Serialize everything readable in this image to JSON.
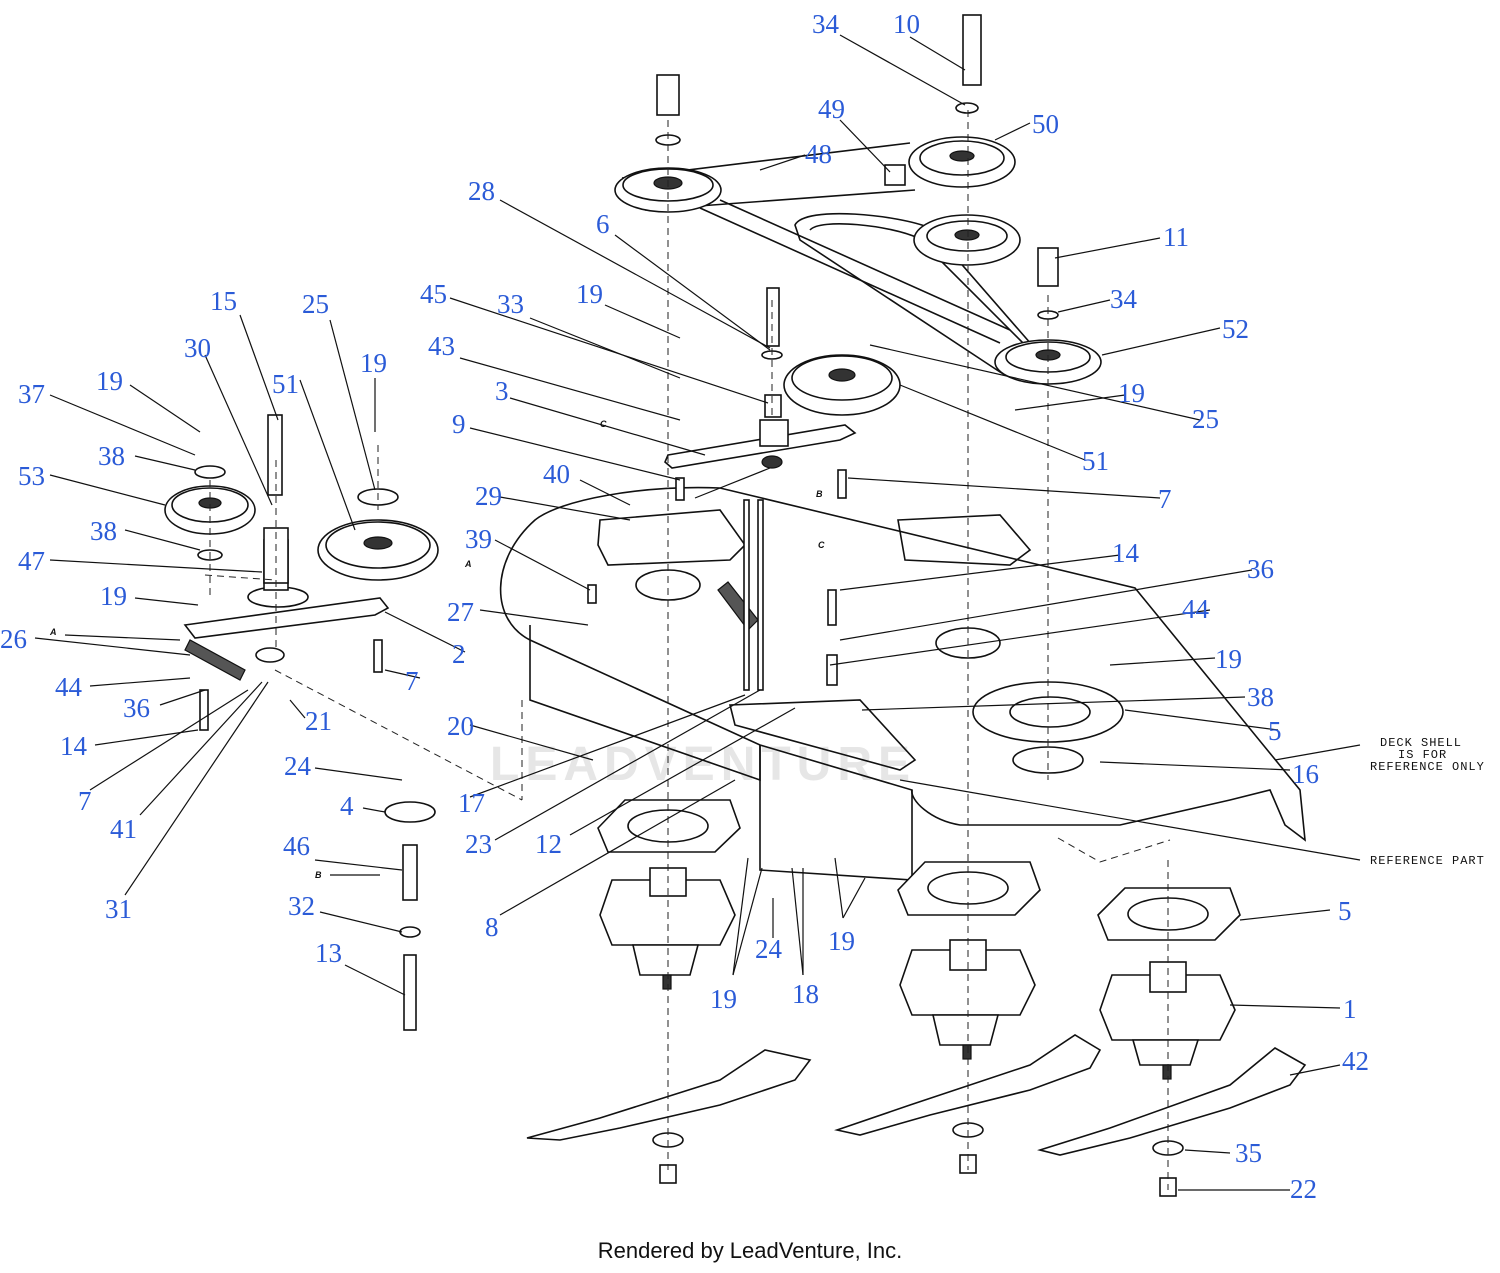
{
  "watermark": "LEADVENTURE",
  "caption": "Rendered by LeadVenture, Inc.",
  "notes": {
    "deck_shell_line1": "DECK SHELL",
    "deck_shell_line2": "IS FOR",
    "deck_shell_line3": "REFERENCE ONLY",
    "reference_part": "REFERENCE PART"
  },
  "ref_letters": {
    "a": "A",
    "b": "B",
    "c": "C"
  },
  "callouts": {
    "c1": "34",
    "c2": "10",
    "c3": "49",
    "c4": "50",
    "c5": "48",
    "c6": "28",
    "c7": "6",
    "c8": "11",
    "c9": "34",
    "c10": "52",
    "c11": "19",
    "c12": "33",
    "c13": "45",
    "c14": "43",
    "c15": "3",
    "c16": "9",
    "c17": "19",
    "c18": "25",
    "c19": "51",
    "c20": "40",
    "c21": "29",
    "c22": "7",
    "c23": "14",
    "c24": "36",
    "c25": "44",
    "c26": "39",
    "c27": "27",
    "c28": "19",
    "c29": "38",
    "c30": "5",
    "c31": "16",
    "c32": "20",
    "c33": "17",
    "c34": "23",
    "c35": "12",
    "c36": "8",
    "c37": "15",
    "c38": "25",
    "c39": "30",
    "c40": "51",
    "c41": "19",
    "c42": "19",
    "c43": "37",
    "c44": "38",
    "c45": "53",
    "c46": "38",
    "c47": "47",
    "c48": "19",
    "c49": "26",
    "c50": "44",
    "c51": "36",
    "c52": "14",
    "c53": "2",
    "c54": "7",
    "c55": "21",
    "c56": "7",
    "c57": "41",
    "c58": "31",
    "c59": "24",
    "c60": "4",
    "c61": "46",
    "c62": "32",
    "c63": "13",
    "c64": "19",
    "c65": "24",
    "c66": "18",
    "c67": "19",
    "c68": "5",
    "c69": "1",
    "c70": "42",
    "c71": "35",
    "c72": "22"
  }
}
